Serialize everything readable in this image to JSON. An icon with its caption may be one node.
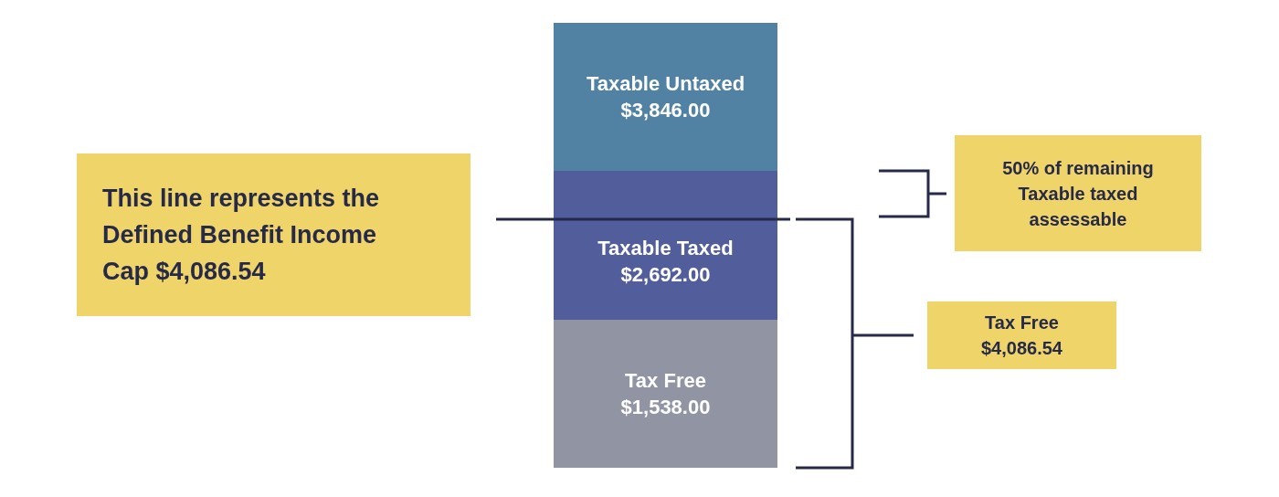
{
  "diagram": {
    "nodes": [
      {
        "text": [
          "This line represents the Defined Benefit Income Cap $4,086.54"
        ]
      },
      {
        "text": [
          "Taxable Untaxed",
          "$3,846.00"
        ]
      },
      {
        "text": [
          "Taxable Taxed",
          "$2,692.00"
        ]
      },
      {
        "text": [
          "Tax Free",
          "$1,538.00"
        ]
      },
      {
        "text": [
          "50% of remaining Taxable taxed assessable"
        ]
      },
      {
        "text": [
          "Tax Free",
          "$4,086.54"
        ]
      }
    ]
  }
}
